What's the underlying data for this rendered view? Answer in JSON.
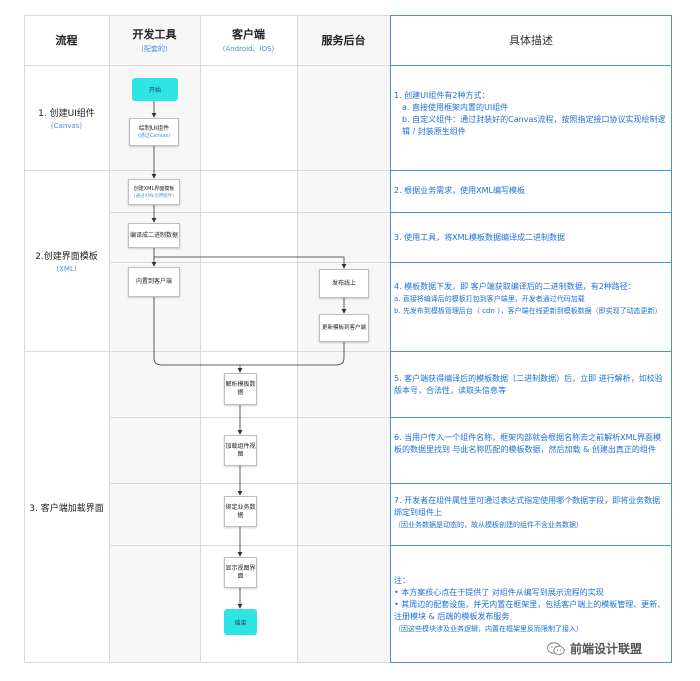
{
  "headers": {
    "process": "流程",
    "dev_tool": "开发工具",
    "dev_tool_sub": "(配套的)",
    "client": "客户端",
    "client_sub": "(Android、IOS)",
    "server": "服务后台",
    "desc": "具体描述"
  },
  "phases": [
    {
      "label": "1. 创建UI组件",
      "sub": "(Canvas)"
    },
    {
      "label": "2.创建界面模板",
      "sub": "(XML)"
    },
    {
      "label": "3. 客户端加载界面",
      "sub": ""
    }
  ],
  "nodes": {
    "start": "开始",
    "draw_ui": "绘制UI组件",
    "draw_ui_sub": "(通过Canvas)",
    "create_xml": "创建XML界面模板",
    "create_xml_sub": "(通过XML引用组件)",
    "compile": "编译成二进制数据",
    "embed_client": "内置到客户端",
    "publish": "发布线上",
    "update_client": "更新模板到客户端",
    "parse": "解析模板数据",
    "load_view": "加载组件视图",
    "bind_data": "绑定业务数据",
    "show_view": "显示视图界面",
    "end": "结束"
  },
  "descriptions": {
    "d1_line1": "1. 创建UI组件有2种方式：",
    "d1_line2": "a. 直接使用框架内置的UI组件",
    "d1_line3": "b. 自定义组件：通过封装好的Canvas流程，按照指定接口协议实现绘制逻辑 / 封装原生组件",
    "d2": "2. 根据业务需求，使用XML编写模板",
    "d3": "3. 使用工具，将XML模板数据编译成二进制数据",
    "d4_line1": "4. 模板数据下发，即 客户端获取编译后的二进制数据，有2种路径：",
    "d4_line2": "a. 直接将编译后的模板打包到客户端里，开发者通过代码加载",
    "d4_line3": "b. 先发布到模板管理后台（ cdn ），客户端在线更新到模板数据（即实现了动态更新）",
    "d5": "5. 客户端获得编译后的模板数据（二进制数据）后，立即 进行解析，如校验版本号，合法性，读取头信息等",
    "d6": "6. 当用户传入一个组件名称，框架内部就会根据名称去之前解析XML界面模板的数据里找到 与此名称匹配的模板数据，然后加载 & 创建出真正的组件",
    "d7_line1": "7. 开发者在组件属性里可通过表达式指定使用哪个数据字段，即将业务数据绑定到组件上",
    "d7_line2": "（因业务数据是动态的，故从模板创建的组件不含业务数据）",
    "note_title": "注：",
    "note_line1": "• 本方案核心点在于提供了 对组件从编写到展示流程的实现",
    "note_line2": "• 其周边的配套设施，并无内置在框架里，包括客户端上的模板管理、更新、注册模块 & 后端的模板发布服务",
    "note_line3": "（因这些模块涉及业务逻辑，内置在框架里反而限制了接入）"
  },
  "watermark": "前端设计联盟",
  "colors": {
    "terminal": "#2fe4e4",
    "desc_text": "#1f6fd6",
    "desc_border": "#4a90e2",
    "lane_alt": "#f5f5f5"
  }
}
